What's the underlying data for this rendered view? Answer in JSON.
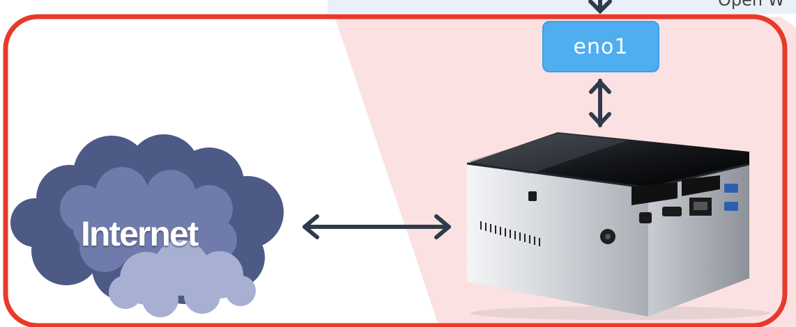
{
  "top_label": "Open W",
  "interface": {
    "label": "eno1"
  },
  "cloud": {
    "label": "Internet"
  },
  "colors": {
    "frame": "#e8392a",
    "eno_box": "#4faef0",
    "arrow": "#2f3a4a",
    "pink_area": "#fbe1e1",
    "top_band": "#eaf0f8",
    "cloud_dark": "#4d5a86",
    "cloud_mid": "#6f7cab",
    "cloud_light": "#a7b0d3"
  },
  "icons": [
    "double-arrow-icon",
    "cloud-icon",
    "mini-pc-icon"
  ]
}
